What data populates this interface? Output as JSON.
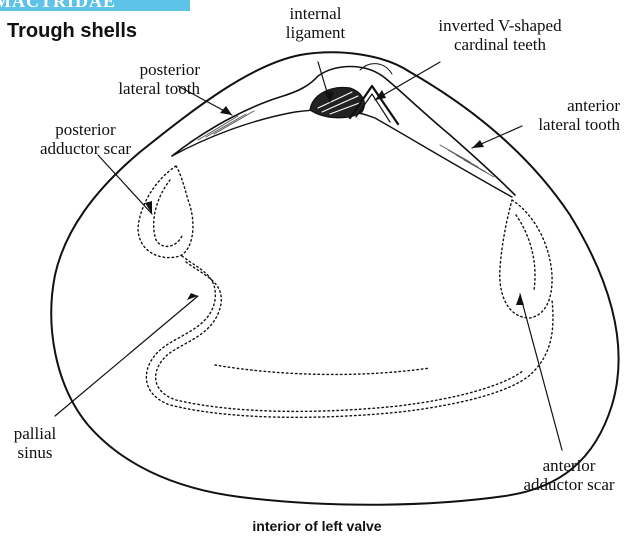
{
  "header": {
    "banner_text": "MACTRIDAE",
    "title": "Trough shells"
  },
  "labels": {
    "internal_ligament": [
      "internal",
      "ligament"
    ],
    "cardinal_teeth": [
      "inverted V-shaped",
      "cardinal teeth"
    ],
    "posterior_lateral_tooth": [
      "posterior",
      "lateral tooth"
    ],
    "posterior_adductor_scar": [
      "posterior",
      "adductor scar"
    ],
    "anterior_lateral_tooth": [
      "anterior",
      "lateral tooth"
    ],
    "pallial_sinus": [
      "pallial",
      "sinus"
    ],
    "anterior_adductor_scar": [
      "anterior",
      "adductor scar"
    ]
  },
  "caption": "interior of left valve",
  "colors": {
    "banner": "#5ec3e6",
    "ink": "#111111"
  }
}
